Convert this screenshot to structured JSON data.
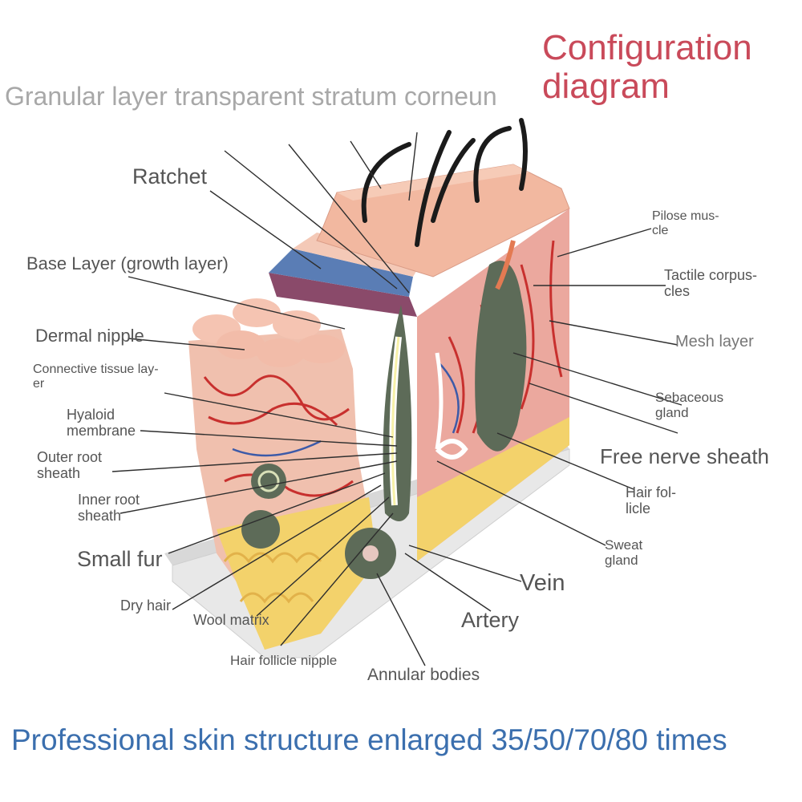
{
  "title": "Configuration\ndiagram",
  "top_caption": "Granular layer transparent stratum corneun",
  "footer": "Professional skin structure enlarged 35/50/70/80 times",
  "labels": {
    "ratchet": "Ratchet",
    "base_layer": "Base Layer (growth layer)",
    "dermal_nipple": "Dermal nipple",
    "connective_tissue": "Connective tissue lay-\ner",
    "hyaloid_membrane": "Hyaloid\nmembrane",
    "outer_root_sheath": "Outer root\nsheath",
    "inner_root_sheath": "Inner root\nsheath",
    "small_fur": "Small fur",
    "dry_hair": "Dry hair",
    "wool_matrix": "Wool matrix",
    "hair_follicle_nipple": "Hair follicle nipple",
    "annular_bodies": "Annular bodies",
    "artery": "Artery",
    "vein": "Vein",
    "sweat_gland": "Sweat\ngland",
    "hair_follicle": "Hair fol-\nlicle",
    "free_nerve_sheath": "Free nerve sheath",
    "sebaceous_gland": "Sebaceous\ngland",
    "mesh_layer": "Mesh layer",
    "tactile_corpuscles": "Tactile corpus-\ncles",
    "pilose_muscle": "Pilose mus-\ncle"
  },
  "colors": {
    "title": "#c94a5a",
    "caption": "#a8a8a8",
    "footer": "#3b6fae",
    "skin": "#f1b9a4",
    "dermis": "#e9a7a0",
    "epidermis_blue": "#5a7db5",
    "epidermis_purple": "#8a4a6a",
    "fat": "#f3d26b",
    "gland": "#5d6b58",
    "leader": "#333333"
  }
}
